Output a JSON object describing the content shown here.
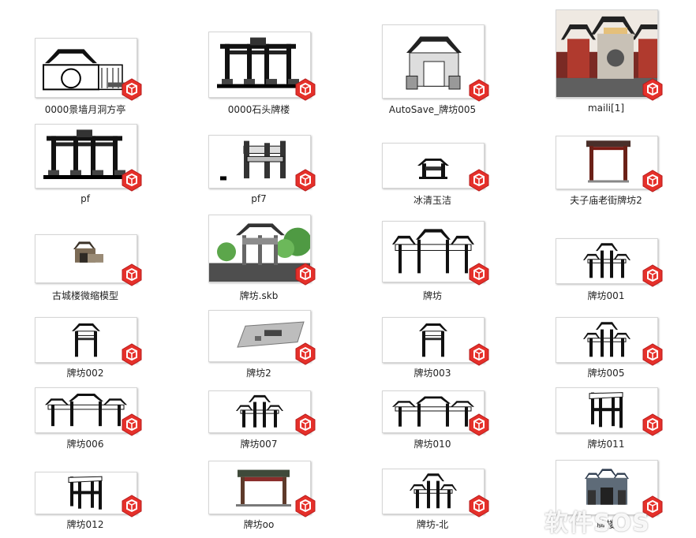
{
  "files": [
    {
      "name": "0000景墙月洞方亭",
      "thumb": "pavilion-moon-gate"
    },
    {
      "name": "0000石头牌楼",
      "thumb": "stone-paifang"
    },
    {
      "name": "AutoSave_牌坊005",
      "thumb": "paifang-3d"
    },
    {
      "name": "maili[1]",
      "thumb": "red-gate-render"
    },
    {
      "name": "pf",
      "thumb": "stone-paifang"
    },
    {
      "name": "pf7",
      "thumb": "paifang-flat"
    },
    {
      "name": "冰清玉洁",
      "thumb": "small-gate"
    },
    {
      "name": "夫子庙老街牌坊2",
      "thumb": "wooden-gate"
    },
    {
      "name": "古城楼微缩模型",
      "thumb": "city-wall-model"
    },
    {
      "name": "牌坊.skb",
      "thumb": "street-scene"
    },
    {
      "name": "牌坊",
      "thumb": "paifang-wide"
    },
    {
      "name": "牌坊001",
      "thumb": "paifang-3roof"
    },
    {
      "name": "牌坊002",
      "thumb": "paifang-single"
    },
    {
      "name": "牌坊2",
      "thumb": "ground-plan"
    },
    {
      "name": "牌坊003",
      "thumb": "paifang-single"
    },
    {
      "name": "牌坊005",
      "thumb": "paifang-3roof"
    },
    {
      "name": "牌坊006",
      "thumb": "paifang-wide"
    },
    {
      "name": "牌坊007",
      "thumb": "paifang-3roof"
    },
    {
      "name": "牌坊010",
      "thumb": "paifang-wide"
    },
    {
      "name": "牌坊011",
      "thumb": "paifang-skew"
    },
    {
      "name": "牌坊012",
      "thumb": "paifang-skew"
    },
    {
      "name": "牌坊oo",
      "thumb": "colored-gate"
    },
    {
      "name": "牌坊-北",
      "thumb": "paifang-3roof"
    },
    {
      "name": "牌楼",
      "thumb": "grey-gate"
    }
  ],
  "badge_icon": "sketchup-file-icon",
  "colors": {
    "badge": "#e5302a",
    "badge_shadow": "#b71c1c",
    "label": "#222222"
  },
  "watermark": "软件SOS"
}
